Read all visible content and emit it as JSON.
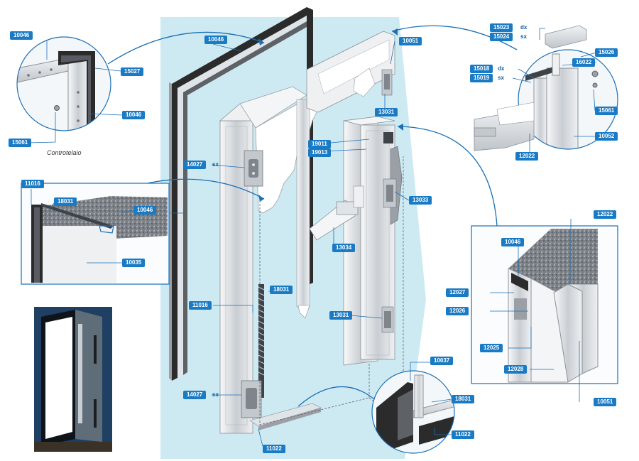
{
  "labels": {
    "detail_top_left": [
      "10046",
      "15027",
      "10046",
      "15061"
    ],
    "caption_controtelaio": "Controtelaio",
    "detail_mid_left": [
      "11016",
      "18031",
      "10046",
      "10035"
    ],
    "main_frame": [
      "10046",
      "14027",
      "11016",
      "14027",
      "11022"
    ],
    "main_center": [
      "18031",
      "19011",
      "19013",
      "13034",
      "13031",
      "13033",
      "13031",
      "10051"
    ],
    "detail_top_right": [
      "15023",
      "15024",
      "15026",
      "16022",
      "15018",
      "15019",
      "15061",
      "10052",
      "12022"
    ],
    "detail_bottom_right": [
      "12022",
      "10046",
      "12027",
      "12026",
      "12025",
      "12028",
      "10051"
    ],
    "detail_bottom_center": [
      "10037",
      "18031",
      "11022"
    ],
    "suffix_dx": "dx",
    "suffix_sx": "sx"
  },
  "colors": {
    "label_bg": "#1a7bc4",
    "background_panel": "#cdeaf3",
    "connector": "#1a6fb5",
    "gasket": "#2b2b2b",
    "aluminium": "#dfe4e8"
  }
}
